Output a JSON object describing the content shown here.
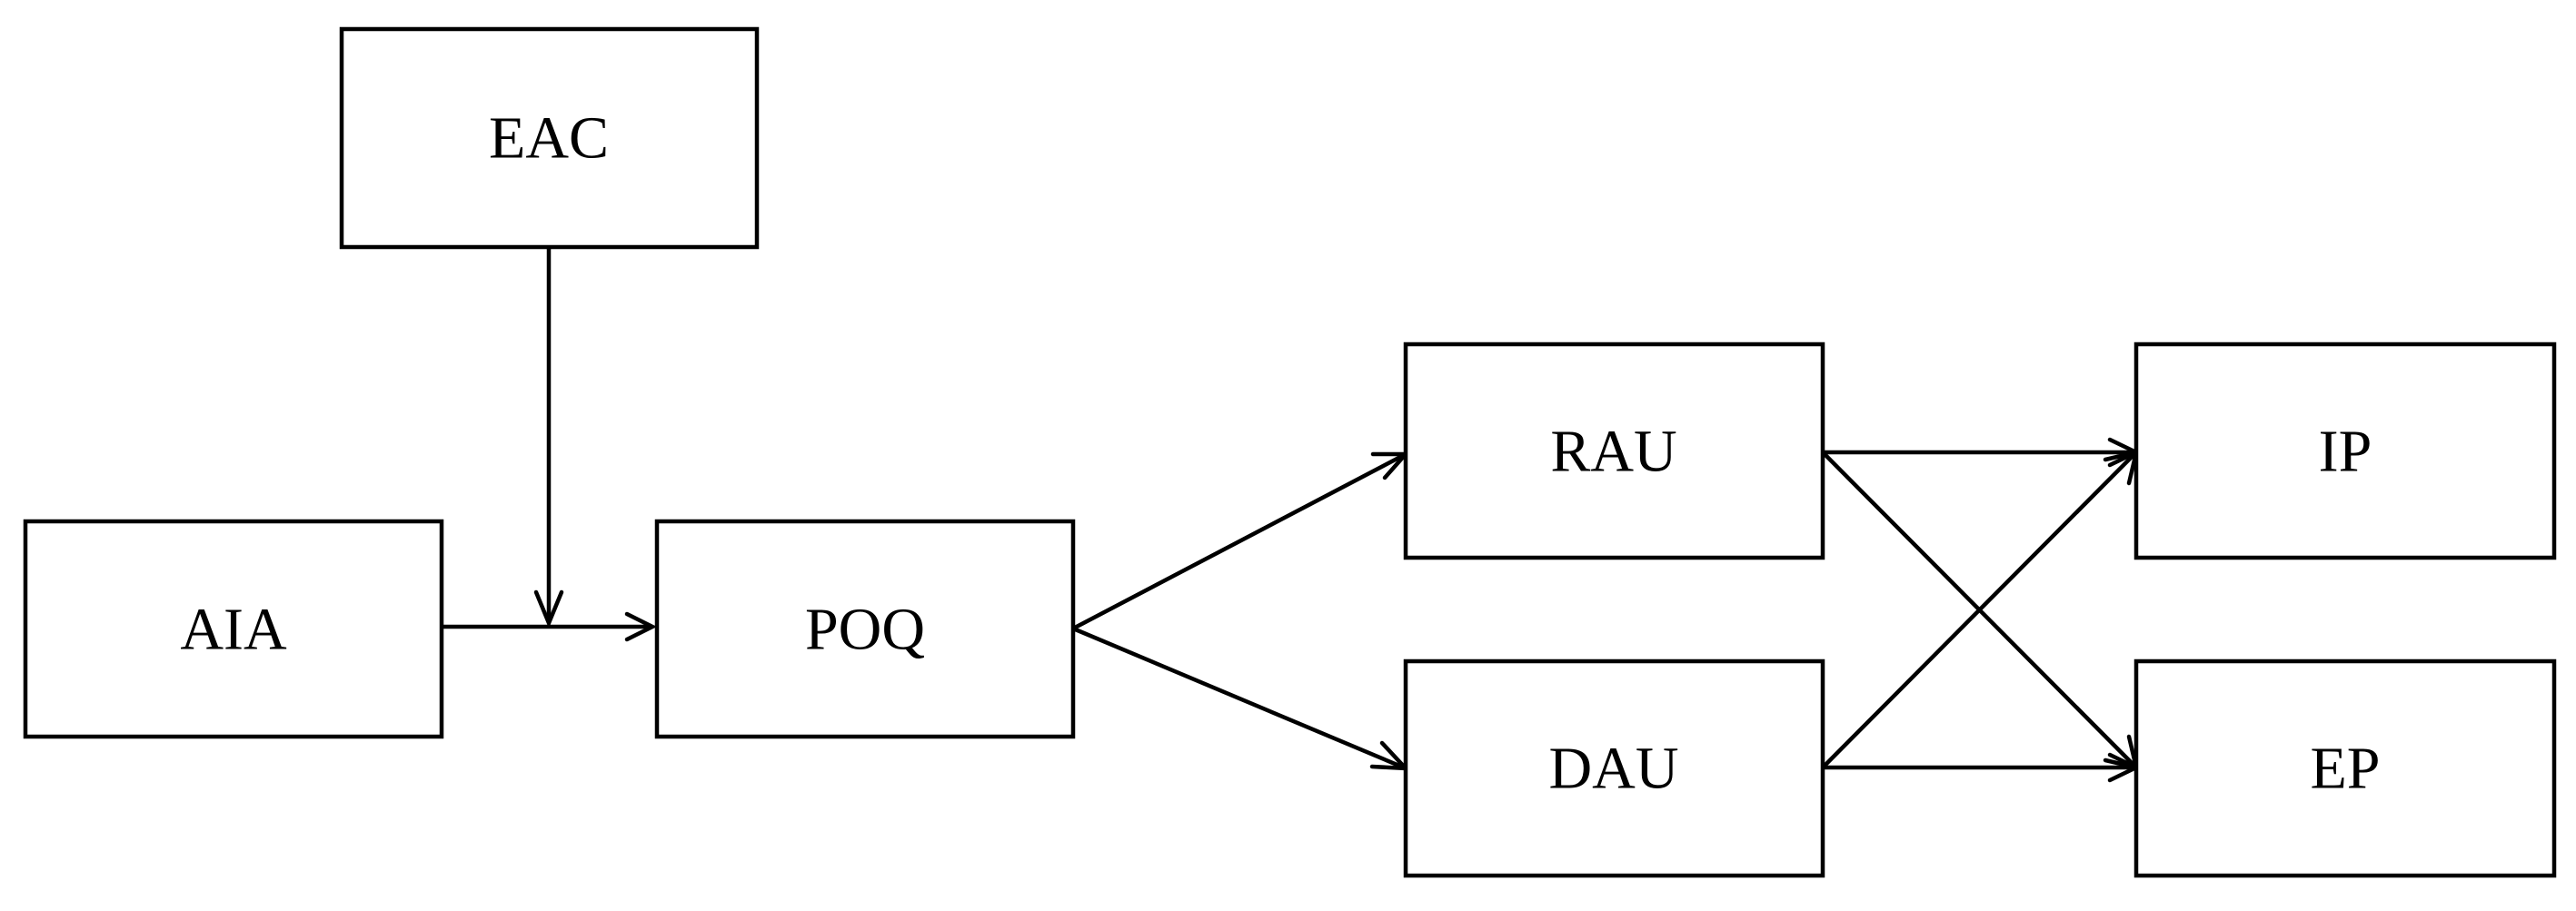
{
  "nodes": {
    "eac": "EAC",
    "aia": "AIA",
    "poq": "POQ",
    "rau": "RAU",
    "dau": "DAU",
    "ip": "IP",
    "ep": "EP"
  },
  "edges": [
    {
      "from": "EAC",
      "to": "AIA-POQ edge"
    },
    {
      "from": "AIA",
      "to": "POQ"
    },
    {
      "from": "POQ",
      "to": "RAU"
    },
    {
      "from": "POQ",
      "to": "DAU"
    },
    {
      "from": "RAU",
      "to": "IP"
    },
    {
      "from": "RAU",
      "to": "EP"
    },
    {
      "from": "DAU",
      "to": "IP"
    },
    {
      "from": "DAU",
      "to": "EP"
    }
  ],
  "colors": {
    "stroke": "#000000",
    "background": "#ffffff"
  }
}
